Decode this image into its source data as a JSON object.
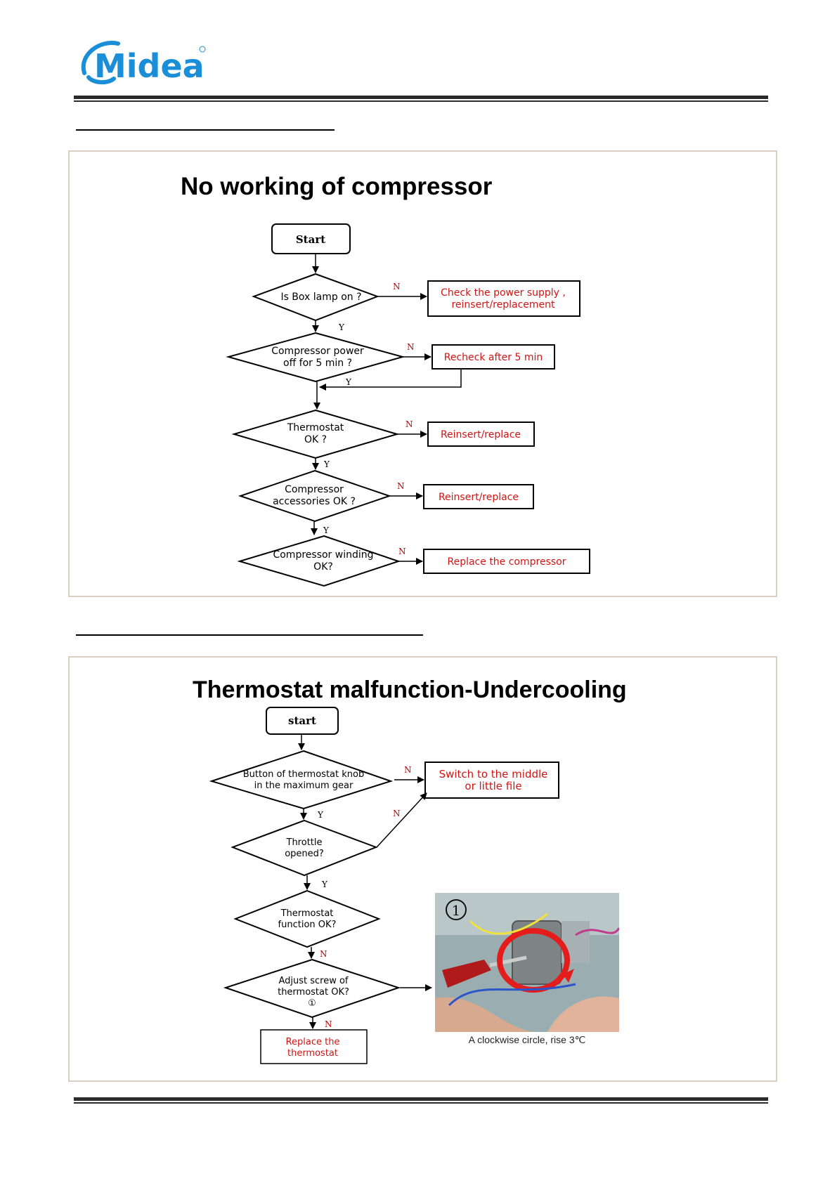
{
  "header": {
    "logo_text": "Midea",
    "logo_color": "#1a8fd8"
  },
  "section1": {
    "title": "No working of compressor",
    "start": "Start",
    "decisions": [
      {
        "lines": [
          "Is Box lamp on ?"
        ]
      },
      {
        "lines": [
          "Compressor power",
          "off for 5 min ?"
        ]
      },
      {
        "lines": [
          "Thermostat",
          "OK ?"
        ]
      },
      {
        "lines": [
          "Compressor",
          "accessories OK ?"
        ]
      },
      {
        "lines": [
          "Compressor winding",
          "OK?"
        ]
      }
    ],
    "actions": [
      {
        "lines": [
          "Check the power supply ,",
          "reinsert/replacement"
        ]
      },
      {
        "lines": [
          "Recheck after 5 min"
        ]
      },
      {
        "lines": [
          "Reinsert/replace"
        ]
      },
      {
        "lines": [
          "Reinsert/replace"
        ]
      },
      {
        "lines": [
          "Replace the compressor"
        ]
      }
    ],
    "yes_label": "Y",
    "no_label": "N"
  },
  "section2": {
    "title": "Thermostat malfunction-Undercooling",
    "start": "start",
    "decisions": [
      {
        "lines": [
          "Button of thermostat knob",
          "in the maximum gear"
        ]
      },
      {
        "lines": [
          "Throttle",
          "opened?"
        ]
      },
      {
        "lines": [
          "Thermostat",
          "function OK?"
        ]
      },
      {
        "lines": [
          "Adjust screw of",
          "thermostat OK?",
          "①"
        ]
      }
    ],
    "actions": [
      {
        "lines": [
          "Switch to the middle",
          "or little file"
        ]
      },
      {
        "lines": [
          "Replace the",
          "thermostat"
        ]
      }
    ],
    "yes_label": "Y",
    "no_label": "N",
    "photo_marker": "1",
    "photo_caption": "A clockwise circle, rise 3℃"
  },
  "colors": {
    "action_text": "#d21414",
    "panel_border": "#d9cfc1",
    "rule": "#2b2b2b"
  }
}
